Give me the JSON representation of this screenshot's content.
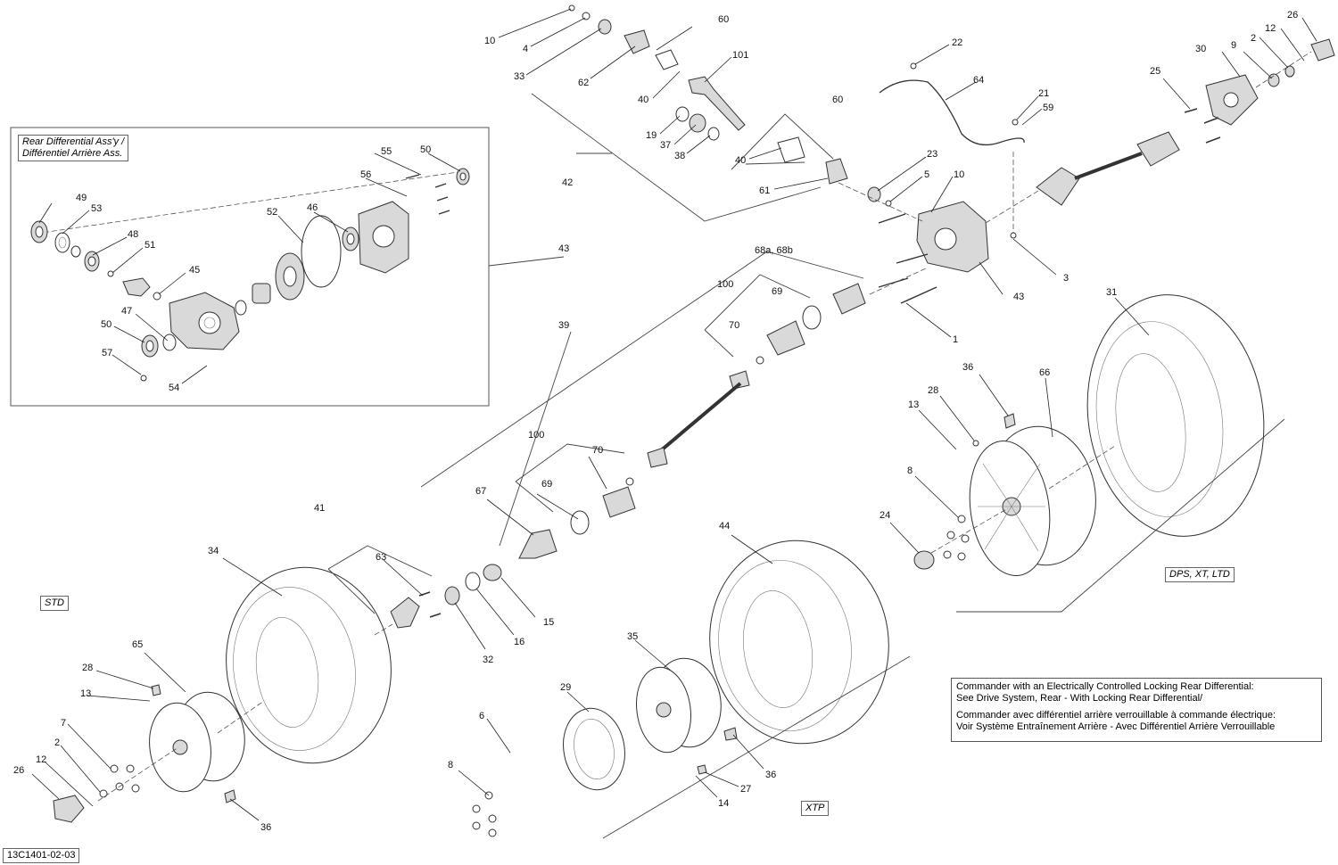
{
  "inset": {
    "title_line1": "Rear Differential Ass'y /",
    "title_line2": "Différentiel Arrière Ass."
  },
  "variants": {
    "std": "STD",
    "xtp": "XTP",
    "dps": "DPS, XT, LTD"
  },
  "note": {
    "en_line1": "Commander with an Electrically Controlled Locking Rear Differential:",
    "en_line2": "See Drive System, Rear - With Locking Rear Differential/",
    "fr_line1": "Commander avec différentiel arrière verrouillable à commande électrique:",
    "fr_line2": "Voir Système Entraînement Arrière - Avec Différentiel Arrière Verrouillable"
  },
  "diagram_id": "13C1401-02-03",
  "callouts": {
    "c10a": "10",
    "c4a": "4",
    "c33": "33",
    "c62": "62",
    "c60a": "60",
    "c40a": "40",
    "c101": "101",
    "c19": "19",
    "c37": "37",
    "c38": "38",
    "c42": "42",
    "c60b": "60",
    "c40b": "40",
    "c61": "61",
    "c22": "22",
    "c64": "64",
    "c21": "21",
    "c59": "59",
    "c23": "23",
    "c5": "5",
    "c10b": "10",
    "c3": "3",
    "c43a": "43",
    "c43b": "43",
    "c1": "1",
    "c68": "68a, 68b",
    "c100a": "100",
    "c69a": "69",
    "c70a": "70",
    "c39": "39",
    "c25": "25",
    "c30": "30",
    "c9": "9",
    "c2a": "2",
    "c12a": "12",
    "c26a": "26",
    "c31": "31",
    "c36a": "36",
    "c28a": "28",
    "c13a": "13",
    "c66": "66",
    "c8a": "8",
    "c24": "24",
    "c55": "55",
    "c50a": "50",
    "c56": "56",
    "c49": "49",
    "c53": "53",
    "c52": "52",
    "c46": "46",
    "c48": "48",
    "c51": "51",
    "c45": "45",
    "c50b": "50",
    "c47": "47",
    "c57": "57",
    "c54": "54",
    "c100b": "100",
    "c70b": "70",
    "c69b": "69",
    "c67": "67",
    "c41": "41",
    "c34": "34",
    "c63": "63",
    "c44": "44",
    "c15": "15",
    "c16": "16",
    "c32": "32",
    "c65": "65",
    "c28b": "28",
    "c13b": "13",
    "c7": "7",
    "c2b": "2",
    "c12b": "12",
    "c26b": "26",
    "c36b": "36",
    "c35": "35",
    "c29": "29",
    "c6": "6",
    "c8b": "8",
    "c36c": "36",
    "c27": "27",
    "c14": "14"
  }
}
